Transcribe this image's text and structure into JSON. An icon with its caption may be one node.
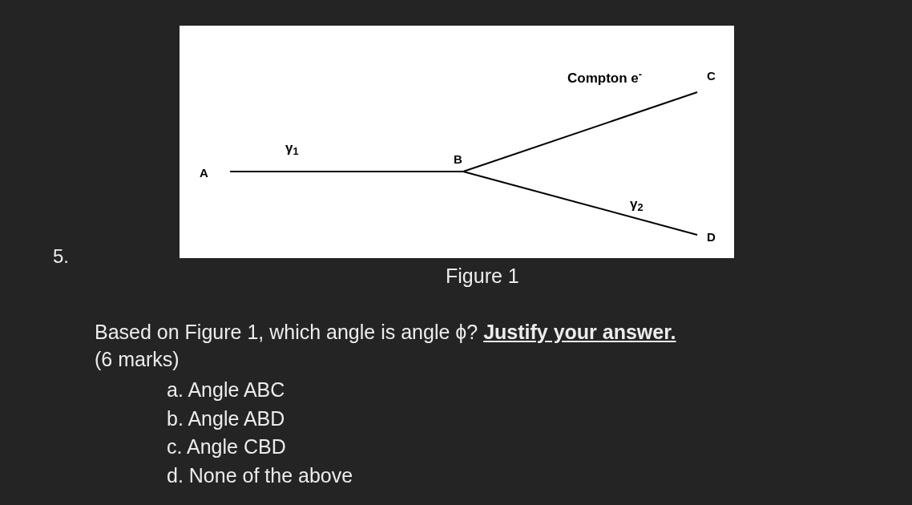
{
  "diagram": {
    "caption": "Figure 1",
    "nodes": [
      {
        "text": [
          "A"
        ]
      },
      {
        "text": [
          "B"
        ]
      },
      {
        "text": [
          "C"
        ]
      },
      {
        "text": [
          "D"
        ]
      }
    ],
    "edges": [
      {
        "from": 0,
        "to": 1,
        "arrow": "none",
        "label": "γ$_{1}$"
      },
      {
        "from": 1,
        "to": 2,
        "arrow": "none",
        "label": "Compton e$^{-}$"
      },
      {
        "from": 1,
        "to": 3,
        "arrow": "none",
        "label": "γ$_{2}$"
      }
    ],
    "labels": [
      "5.",
      "Based on Figure 1, which angle is angle ϕ? **Justify your answer.**",
      "(6 marks)",
      "a. Angle ABC",
      "b. Angle ABD",
      "c. Angle CBD",
      "d. None of the above"
    ]
  }
}
